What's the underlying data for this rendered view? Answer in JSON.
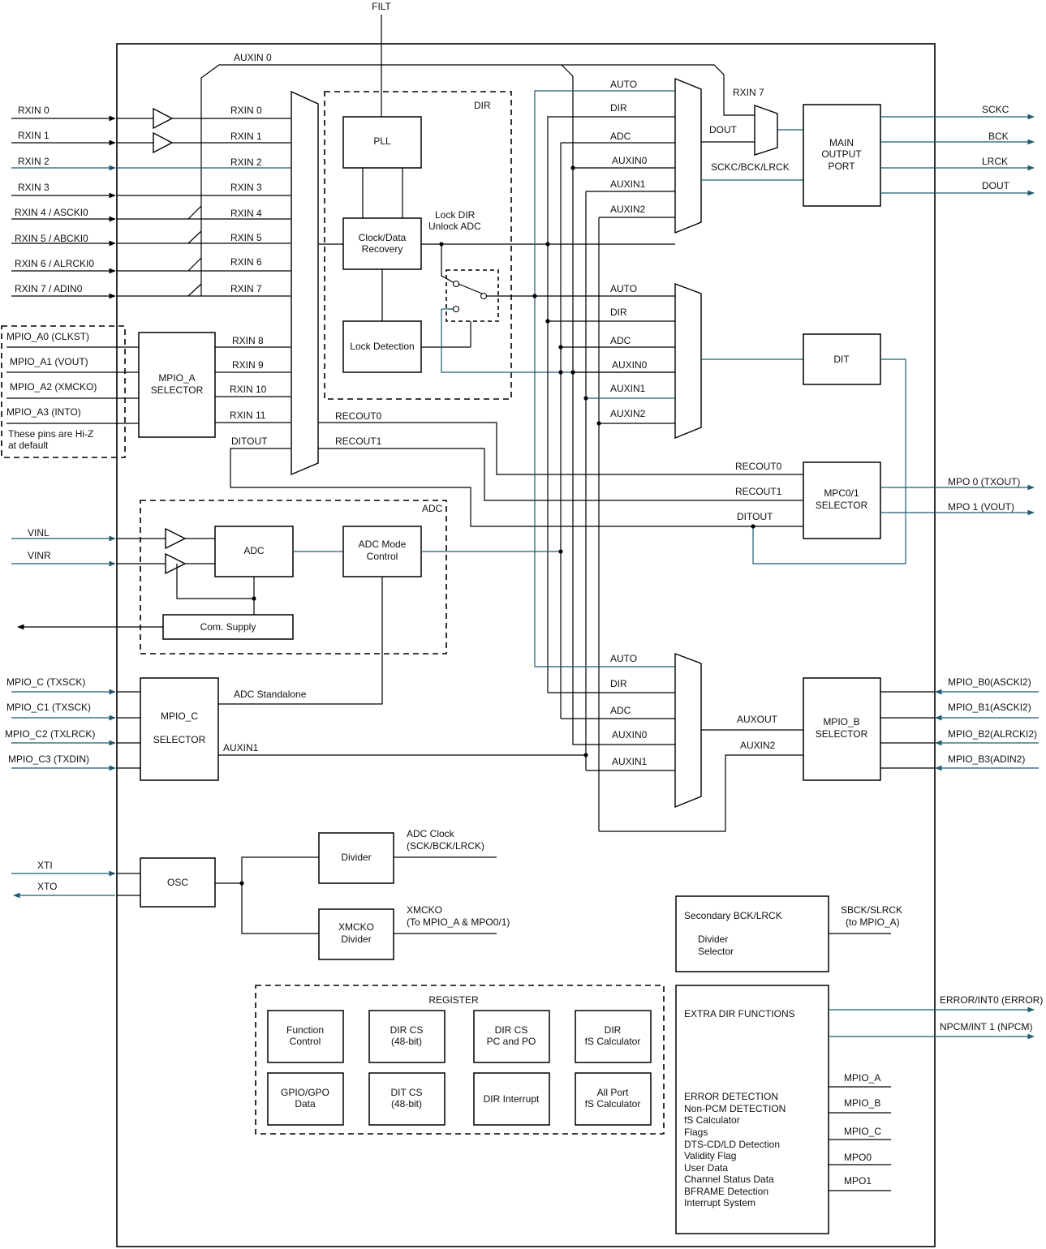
{
  "diagram": {
    "filt": "FILT",
    "auxin0_top": "AUXIN 0",
    "inputs": {
      "rxin": [
        "RXIN 0",
        "RXIN 1",
        "RXIN 2",
        "RXIN 3",
        "RXIN 4 / ASCKI0",
        "RXIN 5 / ABCKI0",
        "RXIN 6 / ALRCKI0",
        "RXIN 7 / ADIN0"
      ],
      "mux_in": [
        "RXIN 0",
        "RXIN 1",
        "RXIN 2",
        "RXIN 3",
        "RXIN 4",
        "RXIN 5",
        "RXIN 6",
        "RXIN 7"
      ],
      "mpio_a": [
        "MPIO_A0 (CLKST)",
        "MPIO_A1 (VOUT)",
        "MPIO_A2 (XMCKO)",
        "MPIO_A3 (INTO)"
      ],
      "hiz_note_1": "These pins are Hi-Z",
      "hiz_note_2": "at default",
      "mpio_a_out": [
        "RXIN 8",
        "RXIN 9",
        "RXIN 10",
        "RXIN 11"
      ],
      "ditout": "DITOUT",
      "recout0": "RECOUT0",
      "recout1": "RECOUT1"
    },
    "dir": {
      "label": "DIR",
      "pll": "PLL",
      "cdr_1": "Clock/Data",
      "cdr_2": "Recovery",
      "lock_det": "Lock Detection",
      "lock_dir": "Lock DIR",
      "unlock_adc": "Unlock ADC"
    },
    "mpio_a_sel_1": "MPIO_A",
    "mpio_a_sel_2": "SELECTOR",
    "mux_sources": [
      "AUTO",
      "DIR",
      "ADC",
      "AUXIN0",
      "AUXIN1",
      "AUXIN2"
    ],
    "mux3_sources": [
      "AUTO",
      "DIR",
      "ADC",
      "AUXIN0",
      "AUXIN1"
    ],
    "main_out": {
      "rxin7": "RXIN 7",
      "dout_label": "DOUT",
      "sckc_label": "SCKC/BCK/LRCK",
      "box_1": "MAIN",
      "box_2": "OUTPUT",
      "box_3": "PORT",
      "outs": [
        "SCKC",
        "BCK",
        "LRCK",
        "DOUT"
      ]
    },
    "dit": "DIT",
    "mpo": {
      "recout0": "RECOUT0",
      "recout1": "RECOUT1",
      "ditout": "DITOUT",
      "box_1": "MPC0/1",
      "box_2": "SELECTOR",
      "outs": [
        "MPO 0 (TXOUT)",
        "MPO 1 (VOUT)"
      ]
    },
    "adc": {
      "label": "ADC",
      "block": "ADC",
      "mode_1": "ADC Mode",
      "mode_2": "Control",
      "supply": "Com. Supply",
      "vinl": "VINL",
      "vinr": "VINR"
    },
    "mpio_c": {
      "pins": [
        "MPIO_C (TXSCK)",
        "MPIO_C1 (TXSCK)",
        "MPIO_C2 (TXLRCK)",
        "MPIO_C3 (TXDIN)"
      ],
      "box_1": "MPIO_C",
      "box_2": "SELECTOR",
      "adc_standalone": "ADC Standalone",
      "auxin1": "AUXIN1"
    },
    "mpio_b": {
      "pins": [
        "MPIO_B0(ASCKI2)",
        "MPIO_B1(ASCKI2)",
        "MPIO_B2(ALRCKI2)",
        "MPIO_B3(ADIN2)"
      ],
      "box_1": "MPIO_B",
      "box_2": "SELECTOR",
      "auxout": "AUXOUT",
      "auxin2": "AUXIN2"
    },
    "osc": {
      "xti": "XTI",
      "xto": "XTO",
      "box": "OSC",
      "divider": "Divider",
      "adc_clock_1": "ADC Clock",
      "adc_clock_2": "(SCK/BCK/LRCK)",
      "xmcko_div_1": "XMCKO",
      "xmcko_div_2": "Divider",
      "xmcko_1": "XMCKO",
      "xmcko_2": "(To MPIO_A & MPO0/1)"
    },
    "secondary": {
      "title": "Secondary BCK/LRCK",
      "line_1": "Divider",
      "line_2": "Selector",
      "out_1": "SBCK/SLRCK",
      "out_2": "(to MPIO_A)"
    },
    "register": {
      "label": "REGISTER",
      "cells": [
        [
          "Function",
          "Control"
        ],
        [
          "DIR CS",
          "(48-bit)"
        ],
        [
          "DIR CS",
          "PC and PO"
        ],
        [
          "DIR",
          "fS Calculator"
        ],
        [
          "GPIO/GPO",
          "Data"
        ],
        [
          "DIT CS",
          "(48-bit)"
        ],
        [
          "DIR Interrupt",
          ""
        ],
        [
          "All Port",
          "fS Calculator"
        ]
      ]
    },
    "extra": {
      "title": "EXTRA DIR FUNCTIONS",
      "items": [
        "ERROR DETECTION",
        "Non-PCM DETECTION",
        "fS Calculator",
        "Flags",
        "DTS-CD/LD Detection",
        "Validity Flag",
        "User Data",
        "Channel Status Data",
        "BFRAME Detection",
        "Interrupt System"
      ],
      "outs": [
        "ERROR/INT0 (ERROR)",
        "NPCM/INT 1 (NPCM)"
      ],
      "mpio": [
        "MPIO_A",
        "MPIO_B",
        "MPIO_C",
        "MPO0",
        "MPO1"
      ]
    },
    "colors": {
      "wire": "#000000",
      "signal": "#1f5a70"
    }
  }
}
